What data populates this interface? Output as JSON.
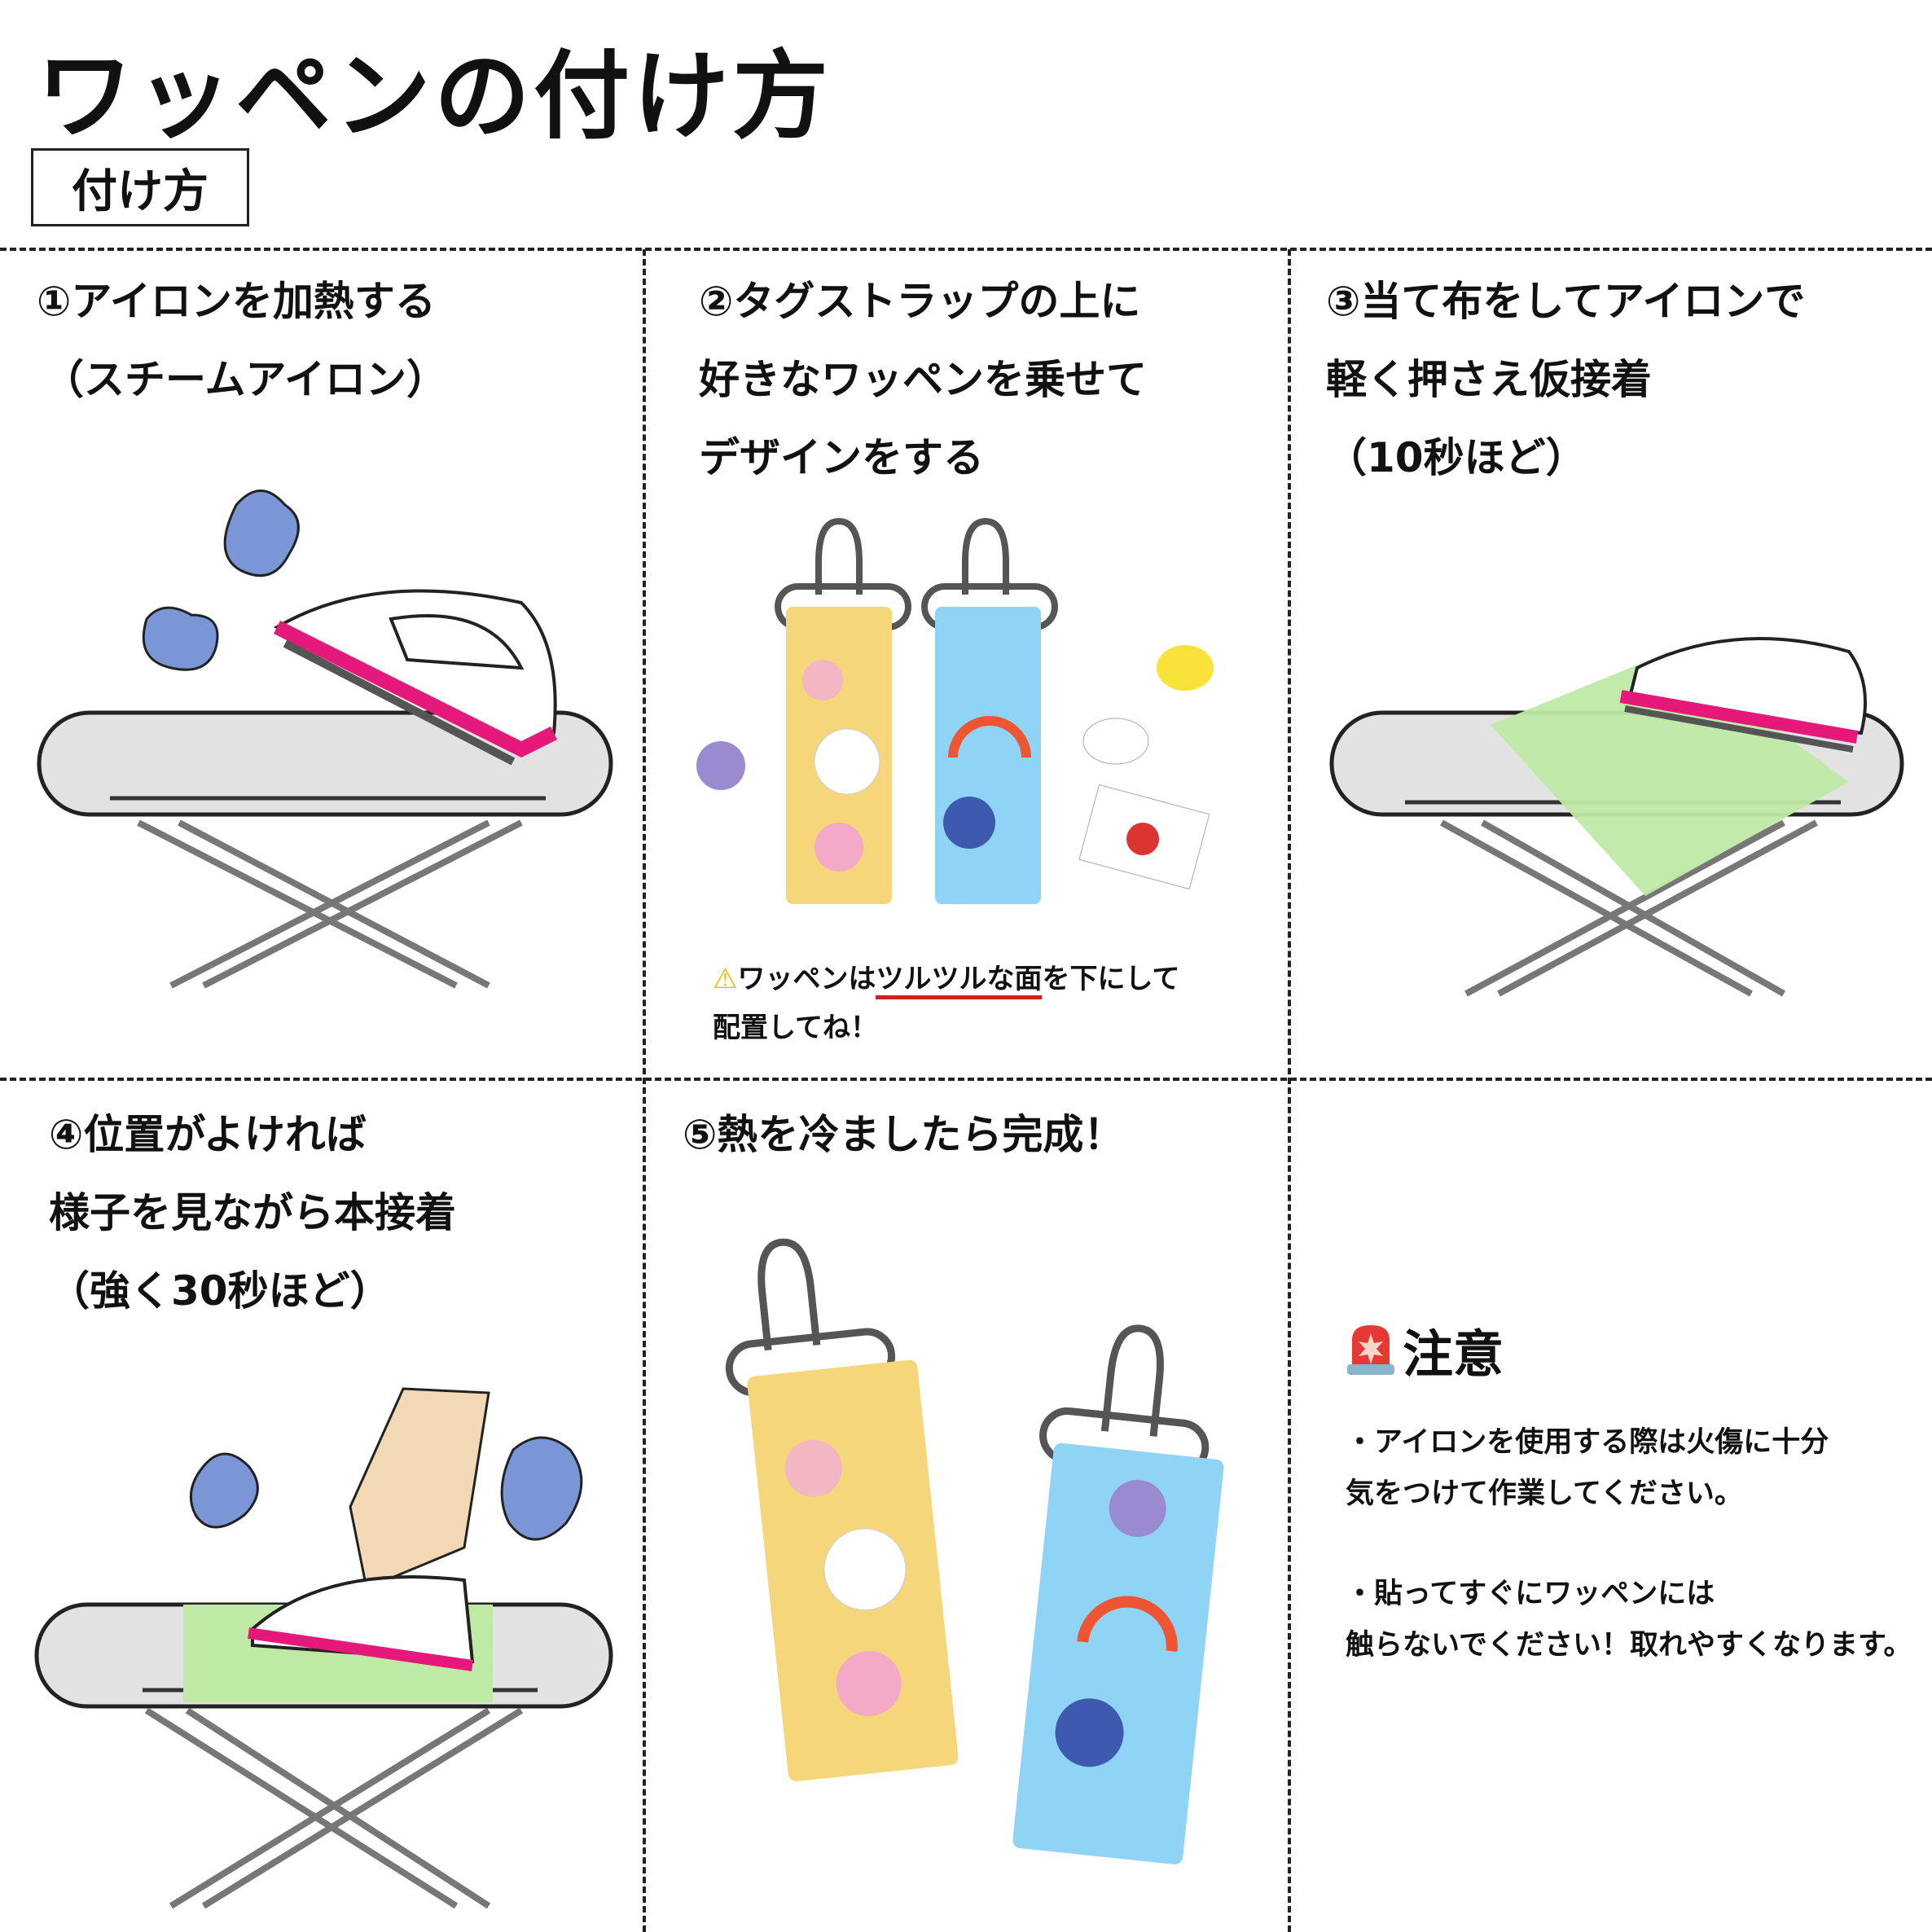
{
  "title": "ワッペンの付け方",
  "subtitle": "付け方",
  "steps": [
    {
      "lines": [
        "①アイロンを加熱する",
        "（スチームアイロン）"
      ]
    },
    {
      "lines": [
        "②タグストラップの上に",
        "好きなワッペンを乗せて",
        "デザインをする"
      ],
      "note": {
        "icon": "warning-icon",
        "pre": "ワッペンは",
        "underlined": "ツルツルな面",
        "post": "を下にして",
        "line2": "配置してね！",
        "underline_color": "#d81b1b"
      }
    },
    {
      "lines": [
        "③当て布をしてアイロンで",
        "軽く押さえ仮接着",
        "（10秒ほど）"
      ]
    },
    {
      "lines": [
        "④位置がよければ",
        "様子を見ながら本接着",
        "（強く30秒ほど）"
      ]
    },
    {
      "lines": [
        "⑤熱を冷ましたら完成！"
      ]
    }
  ],
  "caution": {
    "icon": "siren-icon",
    "title": "注意",
    "items": [
      [
        "・アイロンを使用する際は火傷に十分",
        "気をつけて作業してください。"
      ],
      [
        "・貼ってすぐにワッペンには",
        "触らないでください！取れやすくなります。"
      ]
    ]
  },
  "colors": {
    "iron_pink": "#e4197a",
    "steam_blue": "#7b96d6",
    "strap_yellow": "#f5d67a",
    "strap_blue": "#8fd3f5",
    "cloth_green": "#bfeaa6"
  }
}
